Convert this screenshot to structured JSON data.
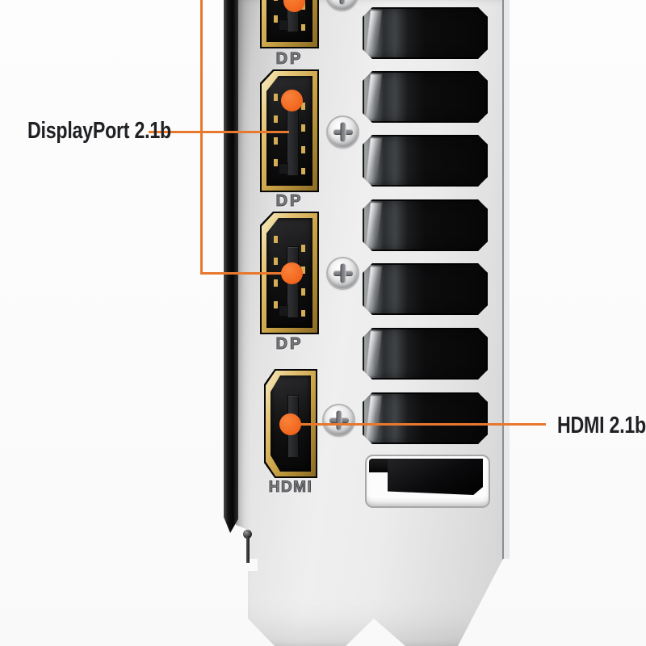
{
  "callouts": {
    "displayport": {
      "label": "DisplayPort 2.1b"
    },
    "hdmi": {
      "label": "HDMI 2.1b"
    }
  },
  "ports": [
    {
      "id": "dp-1",
      "type": "displayport",
      "label": "DP"
    },
    {
      "id": "dp-2",
      "type": "displayport",
      "label": "DP"
    },
    {
      "id": "dp-3",
      "type": "displayport",
      "label": "DP"
    },
    {
      "id": "hdmi-1",
      "type": "hdmi",
      "label": "HDMI"
    }
  ],
  "colors": {
    "callout_orange": "#E8782E",
    "marker_orange": "#F2671F",
    "label_text": "#202124",
    "connector_gold": "#D8B45C",
    "bracket_silver": "#E9E9E9"
  }
}
